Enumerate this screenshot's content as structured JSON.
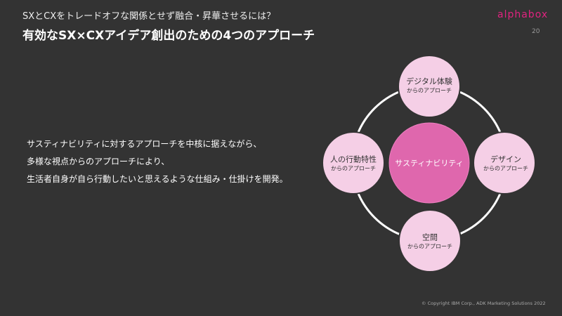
{
  "header": {
    "subtitle": "SXとCXをトレードオフな関係とせず融合・昇華させるには？",
    "title": "有効なSX×CXアイデア創出のための4つのアプローチ",
    "logo": "alphabox",
    "page_number": "20"
  },
  "body": {
    "lines": [
      "サスティナビリティに対するアプローチを中核に据えながら、",
      "多様な視点からのアプローチにより、",
      "生活者自身が自ら行動したいと思えるような仕組み・仕掛けを開発。"
    ]
  },
  "diagram": {
    "center": "サスティナビリティ",
    "suffix": "からのアプローチ",
    "nodes": [
      "デジタル体験",
      "デザイン",
      "空間",
      "人の行動特性"
    ],
    "colors": {
      "node": "#f5cfe6",
      "center": "#df67ad",
      "ring": "#ffffff"
    }
  },
  "footer": {
    "copyright": "© Copyright IBM Corp., ADK Marketing Solutions 2022"
  }
}
